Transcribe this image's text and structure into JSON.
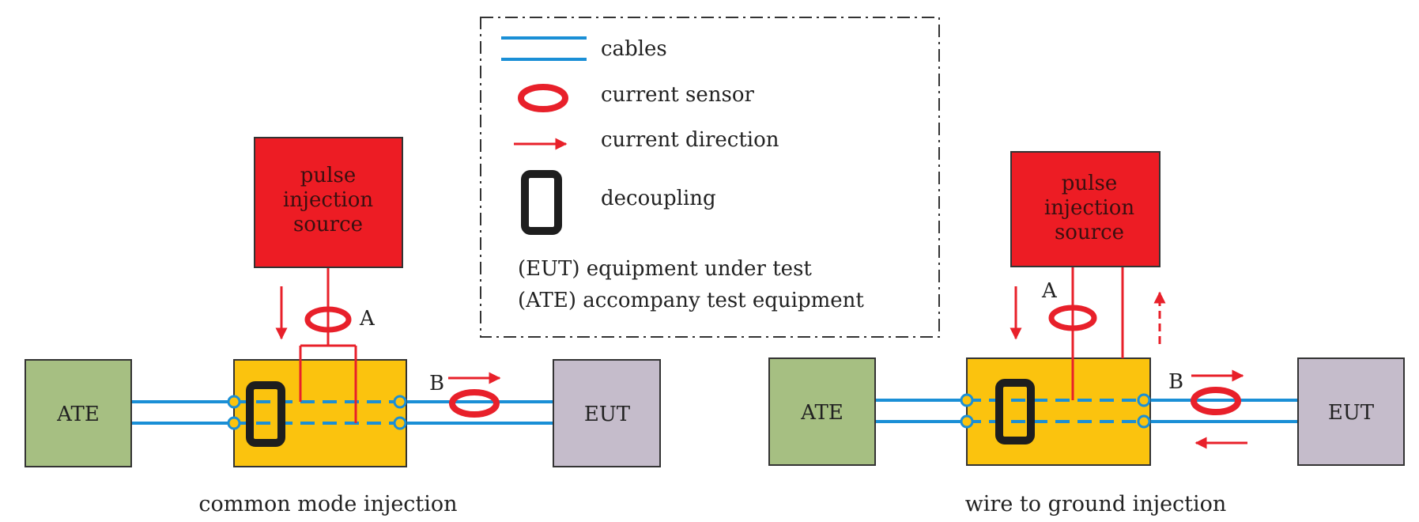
{
  "colors": {
    "cable": "#1a8fd6",
    "sensor": "#e8202a",
    "arrow": "#e8202a",
    "source_fill": "#ed1c24",
    "decoupler_box": "#fbc30e",
    "ate_fill": "#a6bf82",
    "eut_fill": "#c5bccb",
    "decoupling_ring": "#1e1e1e",
    "legend_border": "#333333"
  },
  "legend": {
    "items": [
      {
        "symbol": "cables-icon",
        "label": "cables"
      },
      {
        "symbol": "current-sensor-icon",
        "label": "current sensor"
      },
      {
        "symbol": "current-direction-icon",
        "label": "current direction"
      },
      {
        "symbol": "decoupling-icon",
        "label": "decoupling"
      }
    ],
    "notes": [
      "(EUT) equipment under test",
      "(ATE) accompany test equipment"
    ]
  },
  "left_diagram": {
    "caption": "common mode injection",
    "ate_label": "ATE",
    "eut_label": "EUT",
    "source_lines": [
      "pulse",
      "injection",
      "source"
    ],
    "sensor_a_label": "A",
    "sensor_b_label": "B"
  },
  "right_diagram": {
    "caption": "wire to ground injection",
    "ate_label": "ATE",
    "eut_label": "EUT",
    "source_lines": [
      "pulse",
      "injection",
      "source"
    ],
    "sensor_a_label": "A",
    "sensor_b_label": "B"
  }
}
